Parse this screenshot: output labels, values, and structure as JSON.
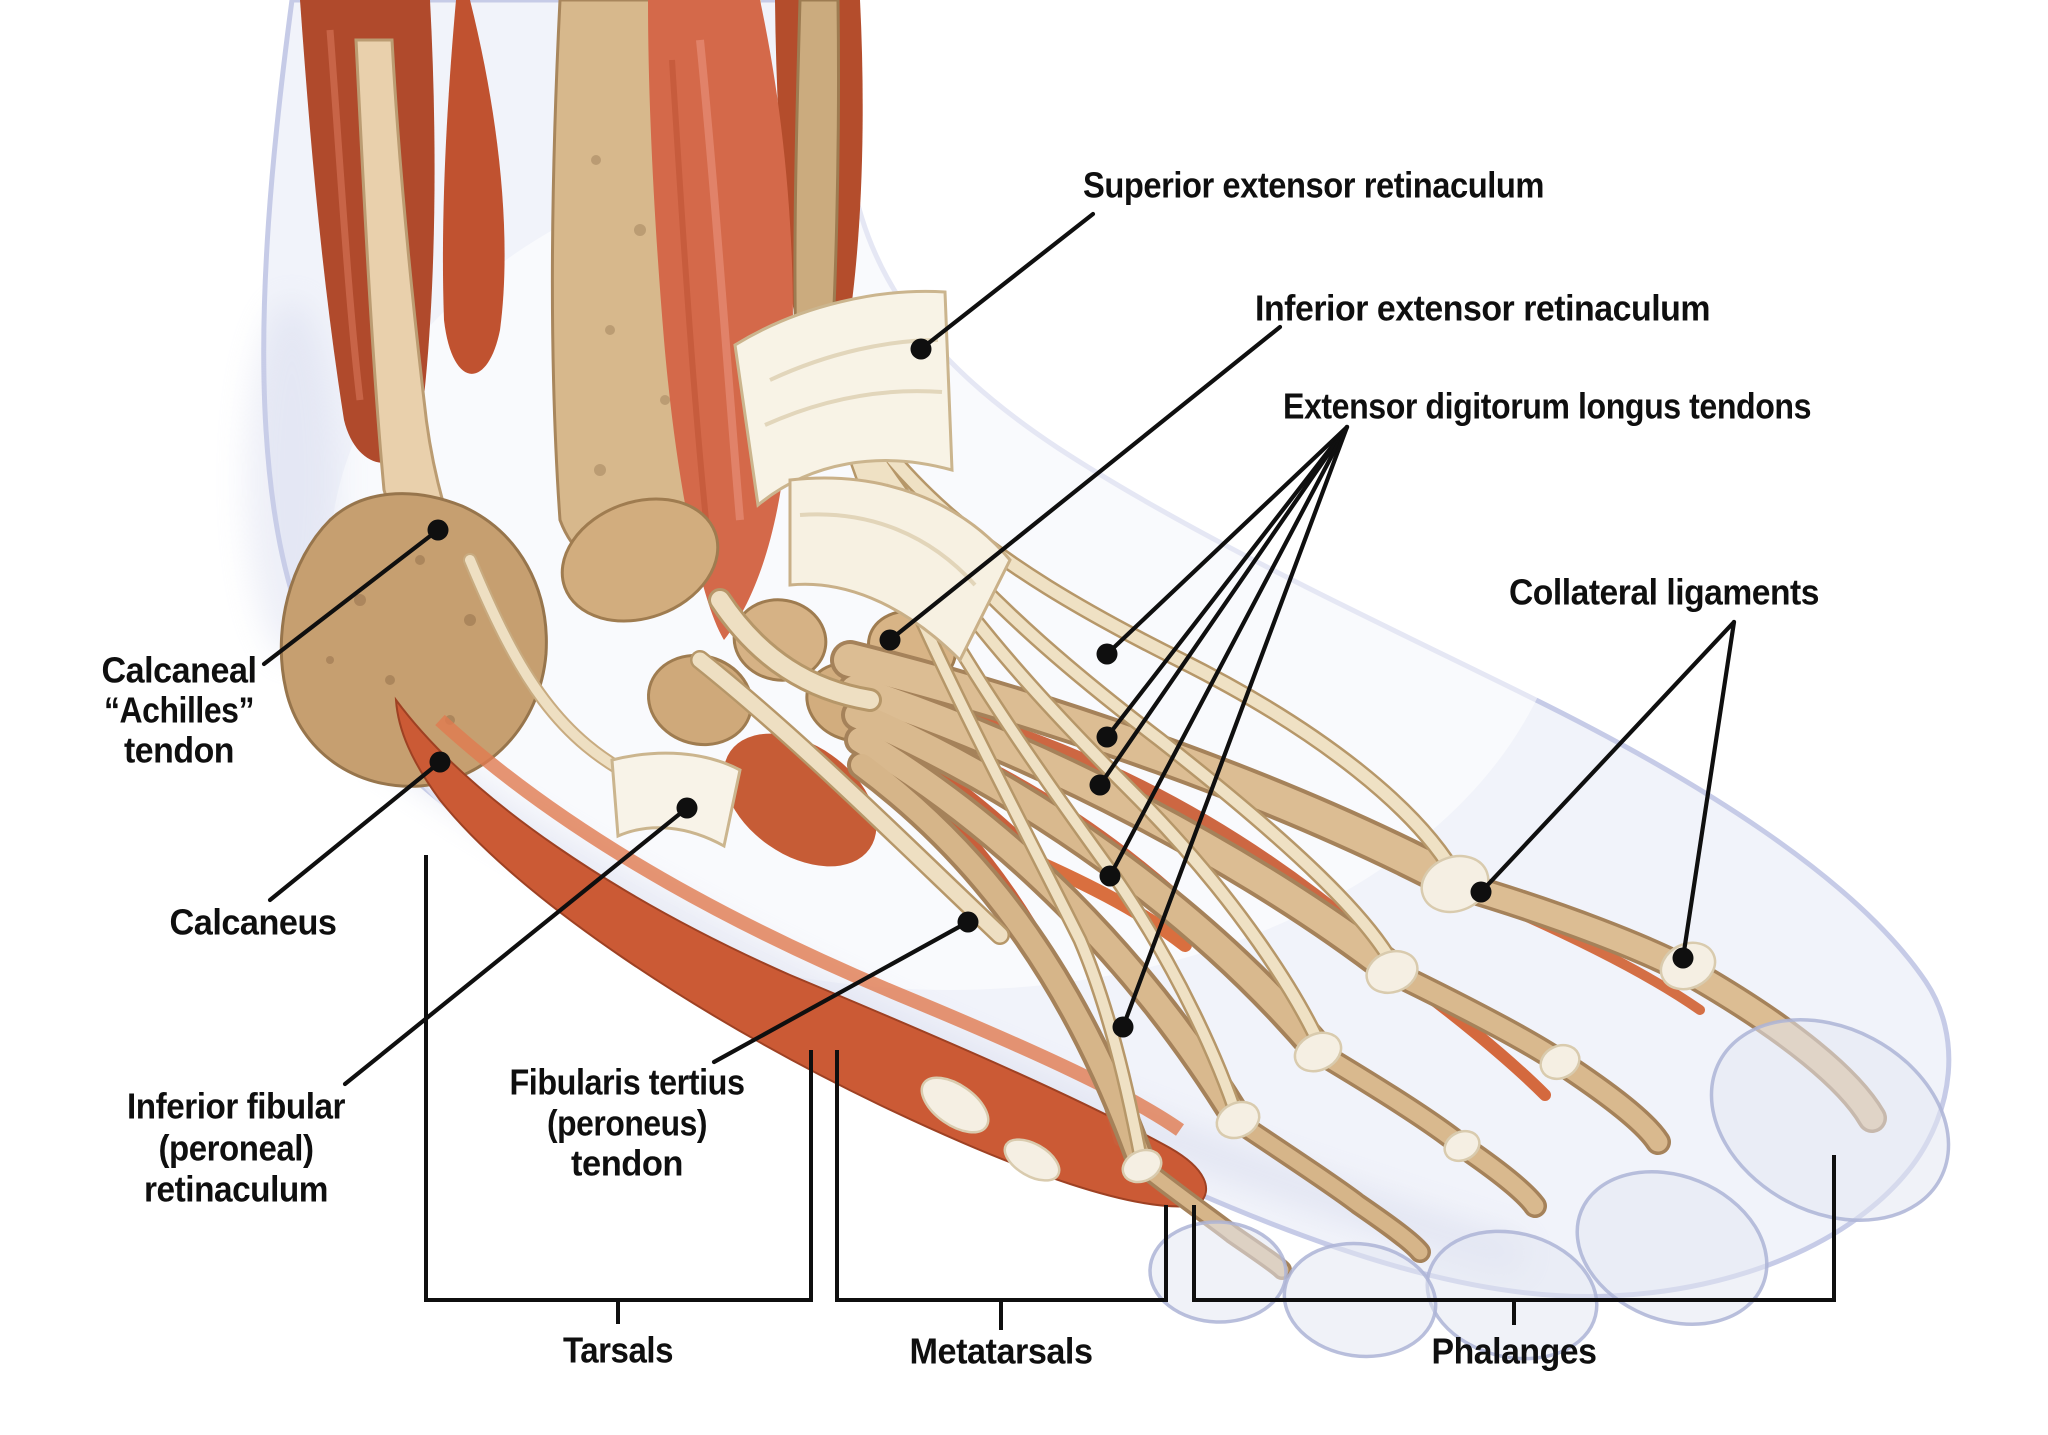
{
  "annotations": {
    "pointer_labels": [
      {
        "name": "superior-extensor-retinaculum",
        "lines": [
          "Superior extensor retinaculum"
        ]
      },
      {
        "name": "inferior-extensor-retinaculum",
        "lines": [
          "Inferior extensor retinaculum"
        ]
      },
      {
        "name": "extensor-digitorum-longus-tendons",
        "lines": [
          "Extensor digitorum longus tendons"
        ]
      },
      {
        "name": "collateral-ligaments",
        "lines": [
          "Collateral ligaments"
        ]
      },
      {
        "name": "calcaneal-achilles-tendon",
        "lines": [
          "Calcaneal",
          "“Achilles”",
          "tendon"
        ]
      },
      {
        "name": "calcaneus",
        "lines": [
          "Calcaneus"
        ]
      },
      {
        "name": "inferior-fibular-peroneal-retinaculum",
        "lines": [
          "Inferior fibular",
          "(peroneal)",
          "retinaculum"
        ]
      },
      {
        "name": "fibularis-tertius-peroneus-tendon",
        "lines": [
          "Fibularis tertius",
          "(peroneus)",
          "tendon"
        ]
      }
    ],
    "bone_groups": [
      {
        "name": "tarsals",
        "label": "Tarsals"
      },
      {
        "name": "metatarsals",
        "label": "Metatarsals"
      },
      {
        "name": "phalanges",
        "label": "Phalanges"
      }
    ]
  },
  "colors": {
    "background": "#ffffff",
    "label_text": "#0f0f0f",
    "leader_line": "#0f0f0f",
    "skin_shell": "#f1f3fa",
    "skin_outline": "#c6cbe7",
    "bone": "#d8b88e",
    "bone_shadow": "#a5825a",
    "muscle_red": "#cf5f3a",
    "muscle_dark": "#a84426",
    "tendon_cream": "#f0e3c6",
    "retinaculum_white": "#f8f3e8"
  }
}
